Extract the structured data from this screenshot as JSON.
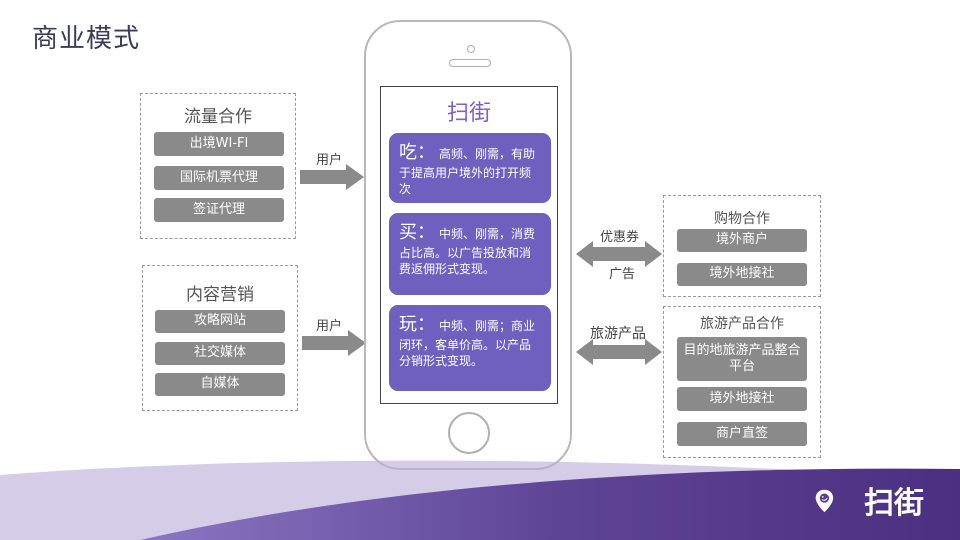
{
  "page": {
    "title": "商业模式"
  },
  "left_groups": [
    {
      "title": "流量合作",
      "items": [
        "出境WI-FI",
        "国际机票代理",
        "签证代理"
      ]
    },
    {
      "title": "内容营销",
      "items": [
        "攻略网站",
        "社交媒体",
        "自媒体"
      ]
    }
  ],
  "left_arrows": [
    {
      "label": "用户"
    },
    {
      "label": "用户"
    }
  ],
  "phone": {
    "title": "扫街",
    "cards": [
      {
        "head": "吃：",
        "text": "高频、刚需，有助于提高用户境外的打开频次"
      },
      {
        "head": "买：",
        "text": "中频、刚需，消费占比高。以广告投放和消费返佣形式变现。"
      },
      {
        "head": "玩：",
        "text": "中频、刚需；商业闭环，客单价高。以产品分销形式变现。"
      }
    ]
  },
  "right_arrows": [
    {
      "label_top": "优惠券",
      "label_bottom": "广告"
    },
    {
      "label_top": "旅游产品"
    }
  ],
  "right_groups": [
    {
      "title": "购物合作",
      "items": [
        "境外商户",
        "境外地接社"
      ]
    },
    {
      "title": "旅游产品合作",
      "items": [
        "目的地旅游产品整合平台",
        "境外地接社",
        "商户直签"
      ]
    }
  ],
  "brand": {
    "name": "扫街"
  },
  "colors": {
    "accent": "#6f5fbf",
    "pill": "#8a8a8a",
    "wave": "#5b3f8e"
  }
}
